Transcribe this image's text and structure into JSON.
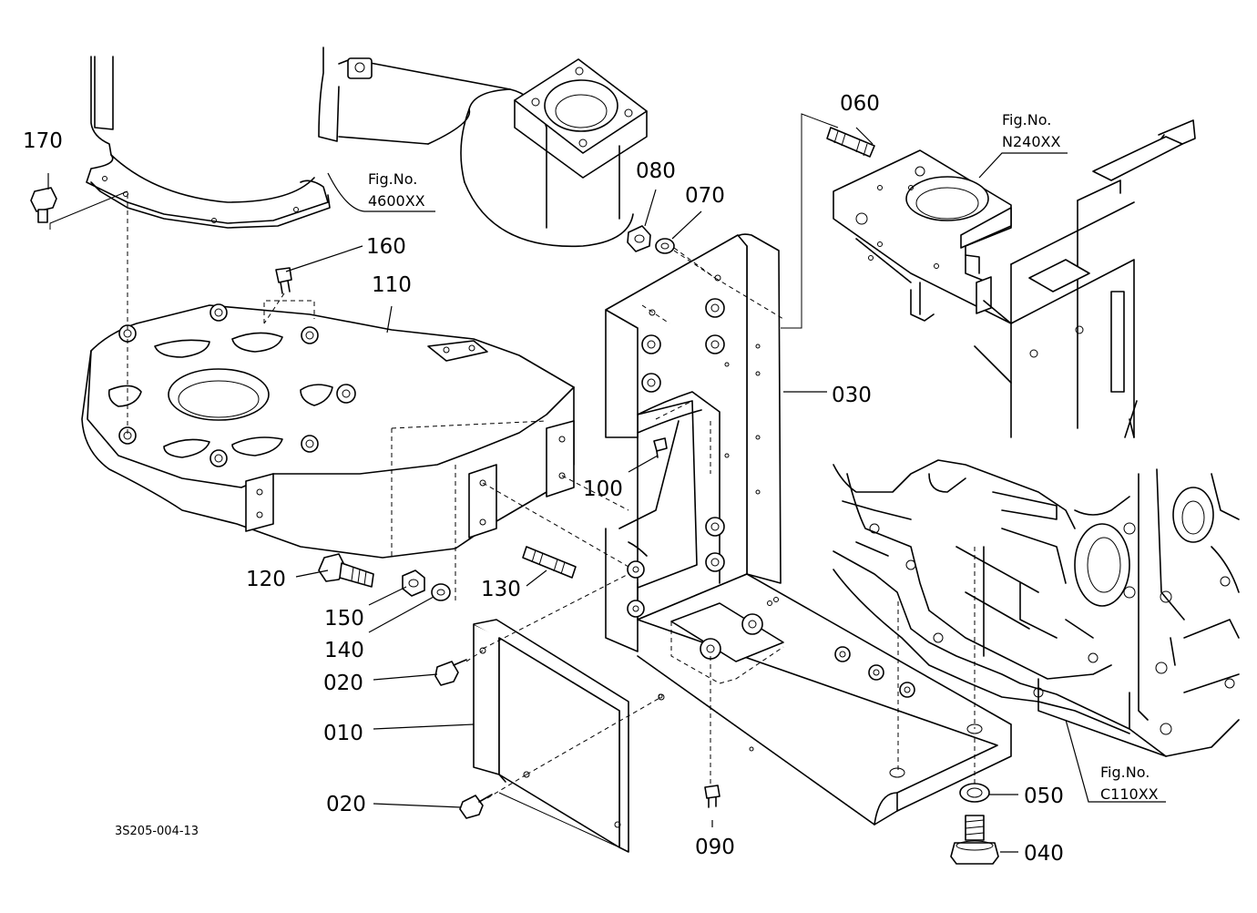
{
  "diagram": {
    "drawing_number": "3S205-004-13",
    "callouts": [
      {
        "id": "010",
        "label": "010"
      },
      {
        "id": "020a",
        "label": "020"
      },
      {
        "id": "020b",
        "label": "020"
      },
      {
        "id": "030",
        "label": "030"
      },
      {
        "id": "040",
        "label": "040"
      },
      {
        "id": "050",
        "label": "050"
      },
      {
        "id": "060",
        "label": "060"
      },
      {
        "id": "070",
        "label": "070"
      },
      {
        "id": "080",
        "label": "080"
      },
      {
        "id": "090",
        "label": "090"
      },
      {
        "id": "100",
        "label": "100"
      },
      {
        "id": "110",
        "label": "110"
      },
      {
        "id": "120",
        "label": "120"
      },
      {
        "id": "130",
        "label": "130"
      },
      {
        "id": "140",
        "label": "140"
      },
      {
        "id": "150",
        "label": "150"
      },
      {
        "id": "160",
        "label": "160"
      },
      {
        "id": "170",
        "label": "170"
      }
    ],
    "figure_refs": [
      {
        "id": "4600",
        "title": "Fig.No.",
        "number": "4600XX"
      },
      {
        "id": "N240",
        "title": "Fig.No.",
        "number": "N240XX"
      },
      {
        "id": "C110",
        "title": "Fig.No.",
        "number": "C110XX"
      }
    ]
  }
}
